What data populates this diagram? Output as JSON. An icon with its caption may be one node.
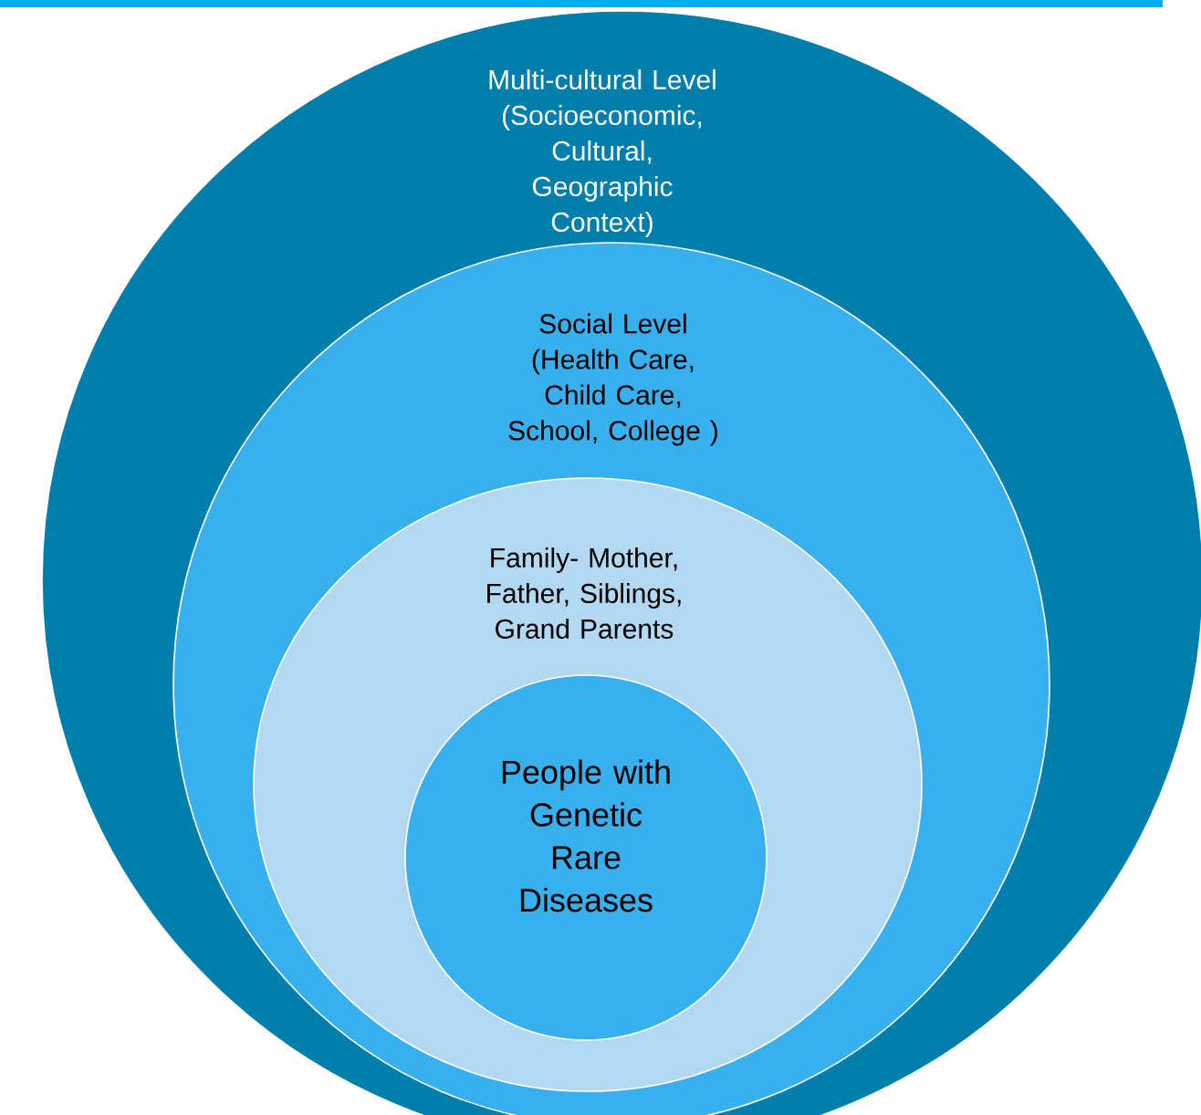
{
  "diagram": {
    "nodes": [
      {
        "text": [
          "Multi-cultural Level (Socioeconomic, Cultural, Geographic Context)"
        ]
      },
      {
        "text": [
          "Social Level (Health Care, Child Care, School, College )"
        ],
        "in": 0
      },
      {
        "text": [
          "Family- Mother, Father, Siblings, Grand Parents"
        ],
        "in": 1
      },
      {
        "text": [
          "People with Genetic Rare Diseases"
        ],
        "in": 2
      }
    ]
  }
}
